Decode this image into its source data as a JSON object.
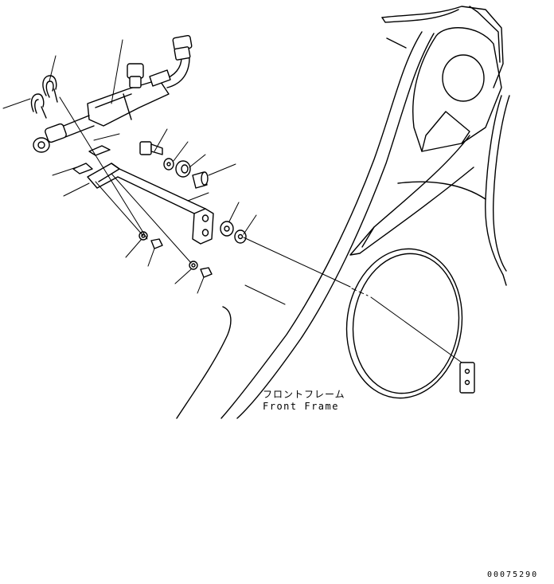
{
  "labels": {
    "front_frame_jp": "フロントフレーム",
    "front_frame_en": "Front Frame"
  },
  "drawing_number": "00075290"
}
